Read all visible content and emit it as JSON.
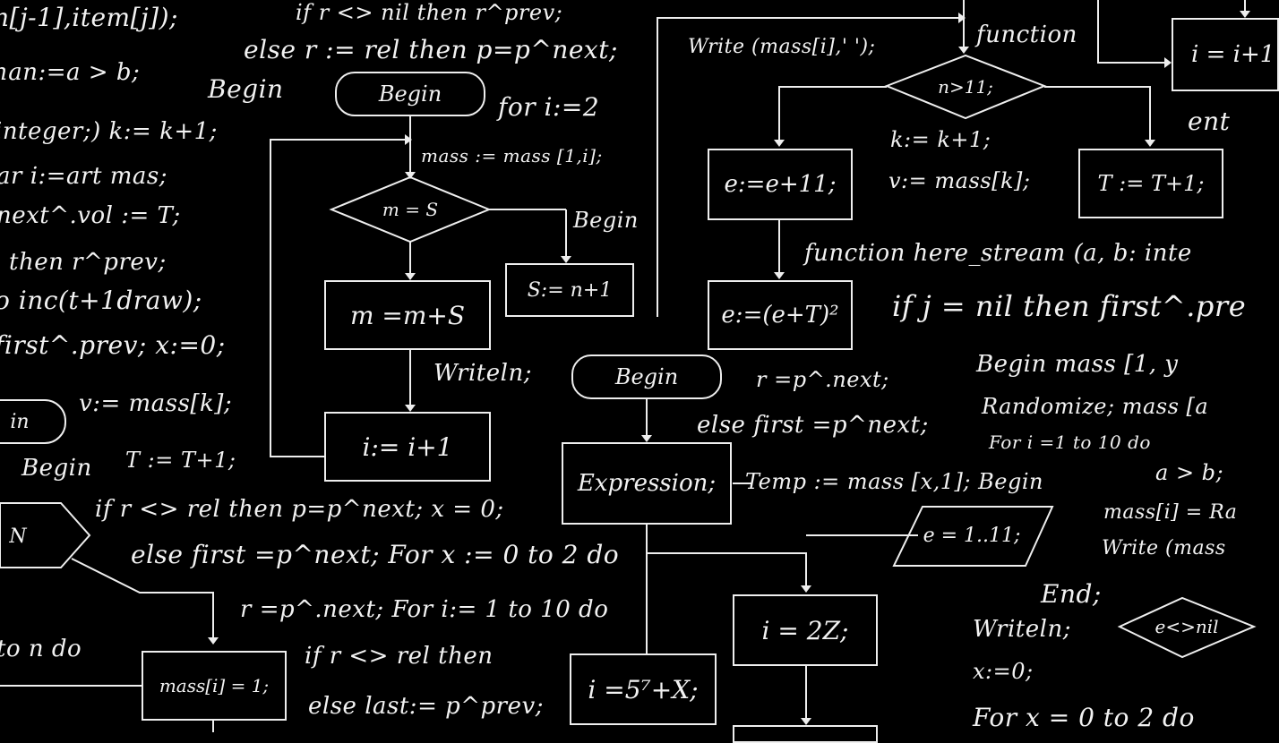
{
  "code_lines": [
    "n[j-1],item[j]);",
    "if r <> nil then r^prev;",
    "else r := rel then p=p^next;",
    "han:=a > b;",
    "Begin",
    "integer;) k:= k+1;",
    "ar i:=art mas;",
    "next^.vol := T;",
    "then r^prev;",
    "o inc(t+1draw);",
    "first^.prev; x:=0;",
    "v:= mass[k];",
    "Begin",
    "T := T+1;",
    "Write (mass[i],' ');",
    "for i:=2",
    "mass := mass [1,i];",
    "Begin",
    "Writeln;",
    "if r <> rel then p=p^next; x = 0;",
    "else first =p^next; For x := 0 to 2 do",
    "r =p^.next; For i:= 1 to 10 do",
    "if r <> rel then",
    "else last:= p^prev;",
    "to n do",
    "function",
    "k:= k+1;",
    "v:= mass[k];",
    "ent",
    "function here_stream (a, b: inte",
    "if j = nil then first^.pre",
    "r =p^.next;",
    "else first =p^next;",
    "Temp := mass [x,1];  Begin",
    "Begin   mass [1, y",
    "Randomize; mass [a",
    "For i =1 to 10 do",
    "a > b;",
    "mass[i] = Ra",
    "Write (mass",
    "End;",
    "Writeln;",
    "x:=0;",
    "For x = 0 to 2 do"
  ],
  "shapes": {
    "begin_pill_top": "Begin",
    "decision_m_s": "m = S",
    "box_m_plus_s": "m =m+S",
    "box_s_n": "S:= n+1",
    "box_i_plus_1": "i:= i+1",
    "begin_pill_mid": "Begin",
    "box_expression": "Expression;",
    "decision_n_11": "n>11;",
    "box_e_plus_11": "e:=e+11;",
    "box_t_plus_1": "T := T+1;",
    "box_e_squared": "e:=(e+T)²",
    "box_i_plus_1_right": "i = i+1",
    "para_e_range": "e = 1..11;",
    "box_i_2z": "i = 2Z;",
    "box_i_5x": "i =5⁷+X;",
    "decision_e_nil": "e<>nil",
    "box_mass_1": "mass[i] = 1;",
    "pill_left": "in",
    "hex_n": "N"
  }
}
